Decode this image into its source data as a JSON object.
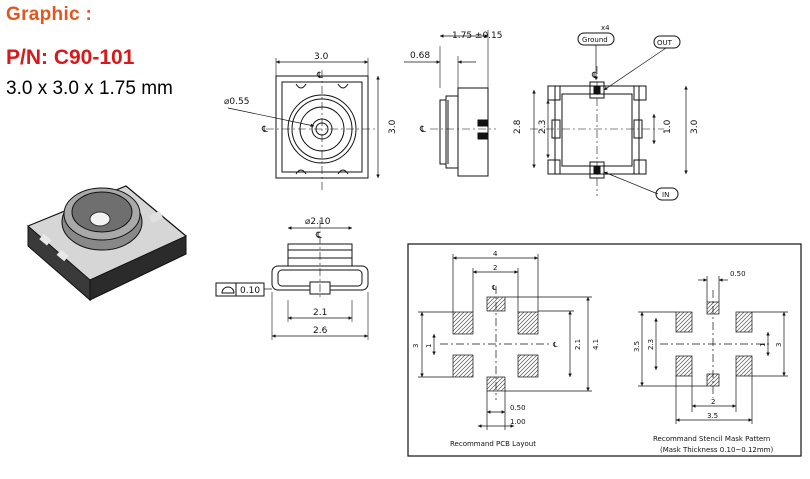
{
  "header": {
    "title": "Graphic :",
    "part_number": "P/N: C90-101",
    "dimensions": "3.0 x 3.0 x 1.75 mm"
  },
  "top_view": {
    "width": "3.0",
    "height": "3.0",
    "hole_diameter": "⌀0.55",
    "centerline": "℄"
  },
  "side_view": {
    "height_dim": "1.75 ±0.15",
    "offset_dim": "0.68",
    "centerline": "℄"
  },
  "bottom_view": {
    "count_label": "x4",
    "ground_label": "Ground",
    "out_label": "OUT",
    "in_label": "IN",
    "dim_28": "2.8",
    "dim_23": "2.3",
    "dim_10": "1.0",
    "dim_30": "3.0",
    "centerline": "℄"
  },
  "front_view": {
    "diameter": "⌀2.10",
    "flatness": "0.10",
    "dim_21": "2.1",
    "dim_26": "2.6",
    "centerline": "℄"
  },
  "pcb_layout": {
    "caption": "Recommand PCB Layout",
    "dim_4": "4",
    "dim_2": "2",
    "dim_3": "3",
    "dim_1": "1",
    "dim_21": "2.1",
    "dim_41": "4.1",
    "dim_050": "0.50",
    "dim_100": "1.00",
    "centerline": "℄"
  },
  "stencil": {
    "caption": "Recommand Stencil Mask Pattern",
    "note": "(Mask Thickness 0.10~0.12mm)",
    "dim_050": "0.50",
    "dim_35a": "3.5",
    "dim_23": "2.3",
    "dim_3": "3",
    "dim_1": "1",
    "dim_2": "2",
    "dim_35b": "3.5"
  },
  "colors": {
    "title": "#e2561f",
    "part_number": "#d7191c",
    "line": "#111111"
  }
}
